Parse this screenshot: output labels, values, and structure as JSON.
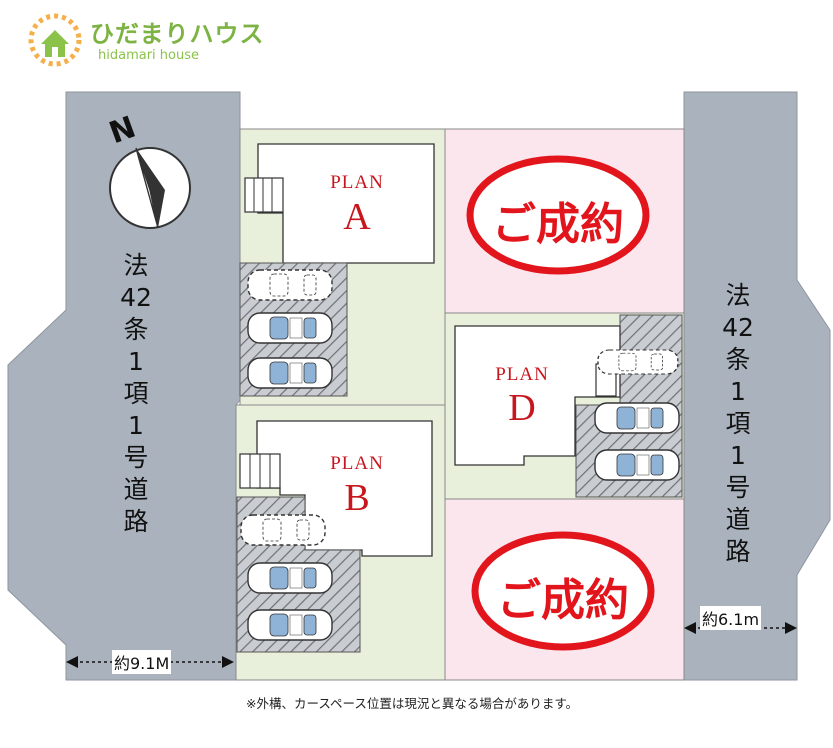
{
  "logo": {
    "name": "ひだまりハウス",
    "sub": "hidamari house",
    "icon": "house-sun-icon",
    "color": "#7cb342"
  },
  "compass": {
    "label": "N"
  },
  "roads": {
    "west": {
      "label": "法42条1項1号道路",
      "width": "約9.1M"
    },
    "east": {
      "label": "法42条1項1号道路",
      "width": "約6.1m"
    }
  },
  "plans": [
    {
      "id": "A",
      "title": "PLAN",
      "letter": "A"
    },
    {
      "id": "B",
      "title": "PLAN",
      "letter": "B"
    },
    {
      "id": "D",
      "title": "PLAN",
      "letter": "D"
    }
  ],
  "sold_label": "ご成約",
  "note": "※外構、カースペース位置は現況と異なる場合があります。",
  "colors": {
    "road": "#aab3bd",
    "lot_green": "#e8f0dc",
    "lot_pink": "#fbe6ee",
    "accent_red": "#e2151c",
    "plan_red": "#c8161d"
  }
}
